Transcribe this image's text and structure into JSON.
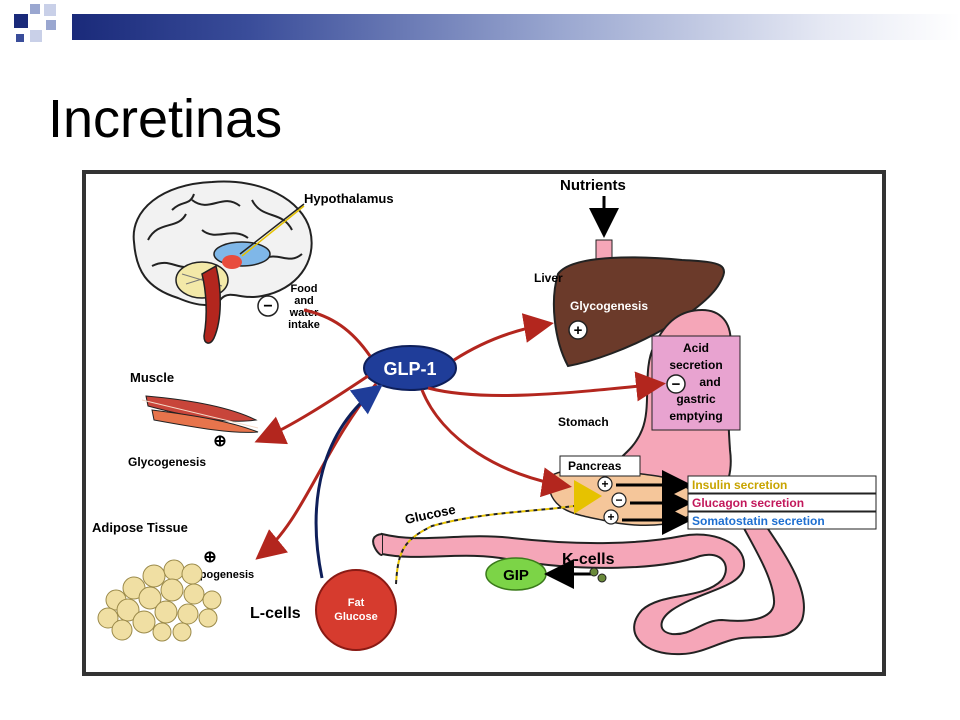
{
  "title": "Incretinas",
  "labels": {
    "hypothalamus": "Hypothalamus",
    "nutrients": "Nutrients",
    "liver": "Liver",
    "glycogenesis_liver": "Glycogenesis",
    "food1": "Food",
    "food2": "and",
    "food3": "water",
    "food4": "intake",
    "glp1": "GLP-1",
    "muscle": "Muscle",
    "glycogenesis_muscle": "Glycogenesis",
    "adipose": "Adipose Tissue",
    "lipogenesis": "Lipogenesis",
    "acid1": "Acid",
    "acid2": "secretion",
    "acid3": "and",
    "acid4": "gastric",
    "acid5": "emptying",
    "stomach": "Stomach",
    "pancreas": "Pancreas",
    "insulin": "Insulin secretion",
    "glucagon": "Glucagon secretion",
    "somatostatin": "Somatostatin secretion",
    "glucose": "Glucose",
    "kcells": "K-cells",
    "gip": "GIP",
    "lcells": "L-cells",
    "fat": "Fat",
    "glucose_in_cell": "Glucose",
    "plus": "+",
    "minus": "−",
    "oplus": "⊕"
  },
  "colors": {
    "arrow_red": "#b3261e",
    "glp1_blue": "#1f3d99",
    "gip_green": "#7cd447",
    "gut_pink": "#f5a6b8",
    "liver_brown": "#6b3a2a",
    "insulin_text": "#c8a400",
    "glucagon_text": "#c2185b",
    "somatostatin_text": "#1e6fd0"
  }
}
